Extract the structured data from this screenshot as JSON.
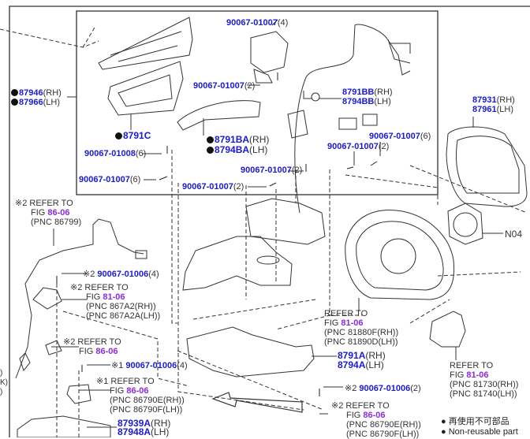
{
  "diagram": {
    "title": "Outside rear view mirror parts diagram",
    "callouts": {
      "bracket_87946": {
        "nonreusable": true,
        "lines": [
          {
            "pn": "87946",
            "suffix": "(RH)"
          },
          {
            "pn": "87966",
            "suffix": "(LH)"
          }
        ]
      },
      "bolt_top_4": {
        "pn": "90067-01007",
        "qty": "(4)"
      },
      "bolt_top_2": {
        "pn": "90067-01007",
        "qty": "(2)"
      },
      "harness_8791BB": {
        "lines": [
          {
            "pn": "8791BB",
            "suffix": "(RH)"
          },
          {
            "pn": "8794BB",
            "suffix": "(LH)"
          }
        ]
      },
      "glass_87931": {
        "lines": [
          {
            "pn": "87931",
            "suffix": "(RH)"
          },
          {
            "pn": "87961",
            "suffix": "(LH)"
          }
        ]
      },
      "cover_8791C": {
        "nonreusable": true,
        "pn": "8791C"
      },
      "cover_8791BA": {
        "nonreusable": true,
        "lines": [
          {
            "pn": "8791BA",
            "suffix": "(RH)"
          },
          {
            "pn": "8794BA",
            "suffix": "(LH)"
          }
        ]
      },
      "screw_01008_6": {
        "pn": "90067-01008",
        "qty": "(6)"
      },
      "screw_01007_6_left": {
        "pn": "90067-01007",
        "qty": "(6)"
      },
      "screw_01007_2_bottom": {
        "pn": "90067-01007",
        "qty": "(2)"
      },
      "screw_01007_2_mid": {
        "pn": "90067-01007",
        "qty": "(2)"
      },
      "screw_01007_2_right": {
        "pn": "90067-01007",
        "qty": "(2)"
      },
      "screw_01007_6_right": {
        "pn": "90067-01007",
        "qty": "(6)"
      },
      "motor_n04": {
        "text": "N04"
      },
      "ref_86799": {
        "mark": "※2",
        "refer": "REFER TO",
        "fig_prefix": "FIG ",
        "fig": "86-06",
        "pnc": [
          "(PNC 86799)"
        ]
      },
      "screw_01006_a": {
        "mark": "※2",
        "pn": "90067-01006",
        "qty": "(4)"
      },
      "ref_867A2": {
        "mark": "※2",
        "refer": "REFER TO",
        "fig_prefix": "FIG ",
        "fig": "81-06",
        "pnc": [
          "(PNC 867A2(RH))",
          "(PNC 867A2A(LH))"
        ]
      },
      "ref_86_06_b": {
        "mark": "※2",
        "refer": "REFER TO",
        "fig_prefix": "FIG ",
        "fig": "86-06"
      },
      "screw_01006_b": {
        "mark": "※1",
        "pn": "90067-01006",
        "qty": "(4)"
      },
      "ref_86790_a": {
        "mark": "※1",
        "refer": "REFER TO",
        "fig_prefix": "FIG ",
        "fig": "86-06",
        "pnc": [
          "(PNC 86790E(RH))",
          "(PNC 86790F(LH))"
        ]
      },
      "garnish_87939A": {
        "lines": [
          {
            "pn": "87939A",
            "suffix": "(RH)"
          },
          {
            "pn": "87948A",
            "suffix": "(LH)"
          }
        ]
      },
      "ref_81880": {
        "refer": "REFER TO",
        "fig_prefix": "FIG ",
        "fig": "81-06",
        "pnc": [
          "(PNC 81880F(RH))",
          "(PNC 81890D(LH))"
        ]
      },
      "cover_8791A": {
        "lines": [
          {
            "pn": "8791A",
            "suffix": "(RH)"
          },
          {
            "pn": "8794A",
            "suffix": "(LH)"
          }
        ]
      },
      "screw_01006_c": {
        "mark": "※2",
        "pn": "90067-01006",
        "qty": "(2)"
      },
      "ref_86790_b": {
        "mark": "※2",
        "refer": "REFER TO",
        "fig_prefix": "FIG ",
        "fig": "86-06",
        "pnc": [
          "(PNC 86790E(RH))",
          "(PNC 86790F(LH))"
        ]
      },
      "ref_81730": {
        "refer": "REFER TO",
        "fig_prefix": "FIG ",
        "fig": "81-06",
        "pnc": [
          "(PNC 81730(RH))",
          "(PNC 81740(LH))"
        ]
      },
      "edge_fragment": {
        "lines": [
          ")",
          "K)",
          ")"
        ]
      }
    },
    "legend": {
      "items": [
        {
          "symbol": "●",
          "text": "再使用不可部品"
        },
        {
          "symbol": "●",
          "text": "Non-reusable part"
        }
      ]
    }
  }
}
